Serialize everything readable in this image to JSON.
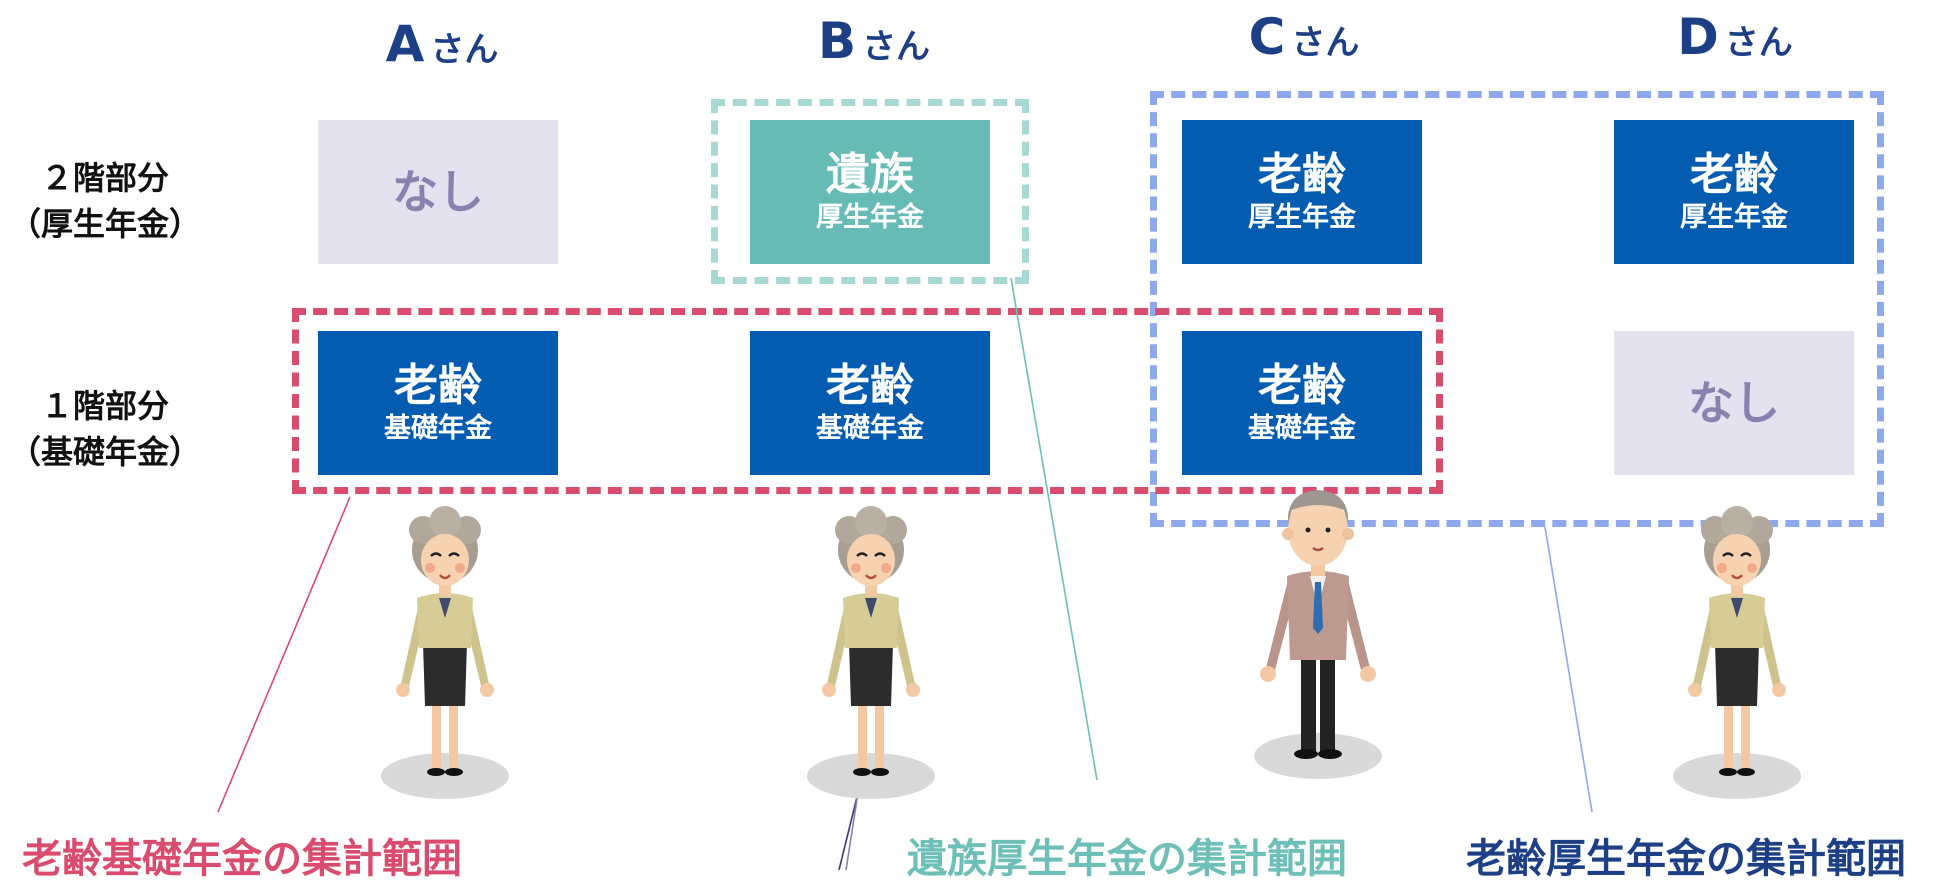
{
  "people": [
    {
      "letter": "A",
      "suffix": "さん"
    },
    {
      "letter": "B",
      "suffix": "さん"
    },
    {
      "letter": "C",
      "suffix": "さん"
    },
    {
      "letter": "D",
      "suffix": "さん"
    }
  ],
  "rows": {
    "upper": {
      "line1": "２階部分",
      "line2": "（厚生年金）"
    },
    "lower": {
      "line1": "１階部分",
      "line2": "（基礎年金）"
    }
  },
  "cells": {
    "a_upper": {
      "main": "なし"
    },
    "b_upper": {
      "main": "遺族",
      "sub": "厚生年金"
    },
    "c_upper": {
      "main": "老齢",
      "sub": "厚生年金"
    },
    "d_upper": {
      "main": "老齢",
      "sub": "厚生年金"
    },
    "a_lower": {
      "main": "老齢",
      "sub": "基礎年金"
    },
    "b_lower": {
      "main": "老齢",
      "sub": "基礎年金"
    },
    "c_lower": {
      "main": "老齢",
      "sub": "基礎年金"
    },
    "d_lower": {
      "main": "なし"
    }
  },
  "captions": {
    "basic": "老齢基礎年金の集計範囲",
    "survivor": "遺族厚生年金の集計範囲",
    "employee": "老齢厚生年金の集計範囲"
  },
  "colors": {
    "basic": "#d94c6e",
    "survivor": "#6ebfb8",
    "employee": "#1c3f86",
    "employee_frame": "#8ea8ec"
  }
}
